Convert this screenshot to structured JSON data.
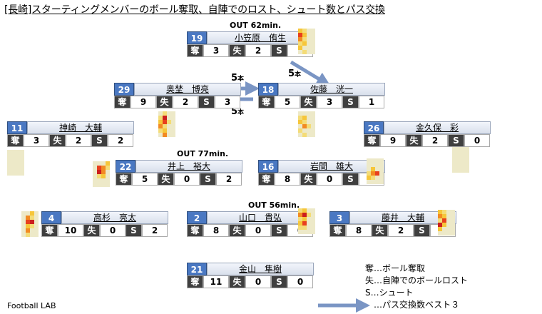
{
  "title": "[長崎]スターティングメンバーのボール奪取、自陣でのロスト、シュート数とパス交換",
  "labels": {
    "steal": "奪",
    "lost": "失",
    "shot": "S"
  },
  "players": [
    {
      "id": "p19",
      "num": "19",
      "name": "小笠原　侑生",
      "steal": "3",
      "lost": "2",
      "shot": "1",
      "out": "OUT 62min."
    },
    {
      "id": "p29",
      "num": "29",
      "name": "奥埜　博亮",
      "steal": "9",
      "lost": "2",
      "shot": "3",
      "out": ""
    },
    {
      "id": "p18",
      "num": "18",
      "name": "佐藤　洸一",
      "steal": "5",
      "lost": "3",
      "shot": "1",
      "out": ""
    },
    {
      "id": "p11",
      "num": "11",
      "name": "神崎　大輔",
      "steal": "3",
      "lost": "2",
      "shot": "2",
      "out": ""
    },
    {
      "id": "p26",
      "num": "26",
      "name": "金久保　彩",
      "steal": "9",
      "lost": "2",
      "shot": "0",
      "out": ""
    },
    {
      "id": "p22",
      "num": "22",
      "name": "井上　裕大",
      "steal": "5",
      "lost": "0",
      "shot": "2",
      "out": "OUT 77min."
    },
    {
      "id": "p16",
      "num": "16",
      "name": "岩間　雄大",
      "steal": "8",
      "lost": "0",
      "shot": "0",
      "out": ""
    },
    {
      "id": "p4",
      "num": "4",
      "name": "高杉　亮太",
      "steal": "10",
      "lost": "0",
      "shot": "2",
      "out": ""
    },
    {
      "id": "p2",
      "num": "2",
      "name": "山口　貴弘",
      "steal": "8",
      "lost": "0",
      "shot": "0",
      "out": "OUT 56min."
    },
    {
      "id": "p3",
      "num": "3",
      "name": "藤井　大輔",
      "steal": "8",
      "lost": "2",
      "shot": "1",
      "out": ""
    },
    {
      "id": "p21",
      "num": "21",
      "name": "金山　隼樹",
      "steal": "11",
      "lost": "0",
      "shot": "0",
      "out": ""
    }
  ],
  "pass_links": [
    {
      "count": "5",
      "unit": "本"
    },
    {
      "count": "5",
      "unit": "本"
    },
    {
      "count": "5",
      "unit": "本"
    }
  ],
  "legend": [
    "奪…ボール奪取",
    "失…自陣でのボールロスト",
    "S…シュート",
    "…パス交換数ベスト３"
  ],
  "footer": "Football LAB",
  "colors": {
    "number_bg": "#4a78c2",
    "label_bg": "#3f3f3f",
    "arrow": "#7a95c4"
  }
}
